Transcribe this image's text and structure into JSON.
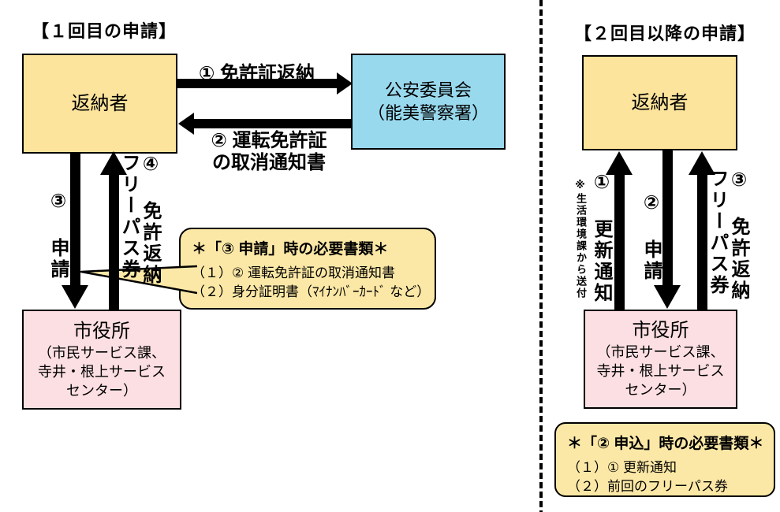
{
  "colors": {
    "box_yellow": "#fce49c",
    "box_blue": "#99d9ee",
    "box_pink": "#fcdfe2",
    "note_yellow": "#fce8a6",
    "line_black": "#000000"
  },
  "left": {
    "title": "【１回目の申請】",
    "returner_box": "返納者",
    "police_box": {
      "line1": "公安委員会",
      "line2": "（能美警察署）"
    },
    "city_box": {
      "line1": "市役所",
      "line2": "（市民サービス課、",
      "line3": "寺井・根上サービス",
      "line4": "センター）"
    },
    "arrow1_label": "① 免許証返納",
    "arrow2_label_line1": "② 運転免許証",
    "arrow2_label_line2": "の取消通知書",
    "arrow3_label": "③ 申請",
    "arrow4_label_col1": "④ 免許返納",
    "arrow4_label_col2": "フリーパス券",
    "callout": {
      "title": "＊「③ 申請」時の必要書類＊",
      "item1": "（１）② 運転免許証の取消通知書",
      "item2": "（２）身分証明書（ﾏｲﾅﾝﾊﾞｰｶｰﾄﾞ など）"
    }
  },
  "right": {
    "title": "【２回目以降の申請】",
    "returner_box": "返納者",
    "city_box": {
      "line1": "市役所",
      "line2": "（市民サービス課、",
      "line3": "寺井・根上サービス",
      "line4": "センター）"
    },
    "arrow1_label": "① 更新通知",
    "arrow1_note": "※生活環境課から送付",
    "arrow2_label": "② 申請",
    "arrow3_label_col1": "③ 免許返納",
    "arrow3_label_col2": "フリーパス券",
    "note": {
      "title": "＊「② 申込」時の必要書類＊",
      "item1": "（１）① 更新通知",
      "item2": "（２）前回のフリーパス券"
    }
  }
}
